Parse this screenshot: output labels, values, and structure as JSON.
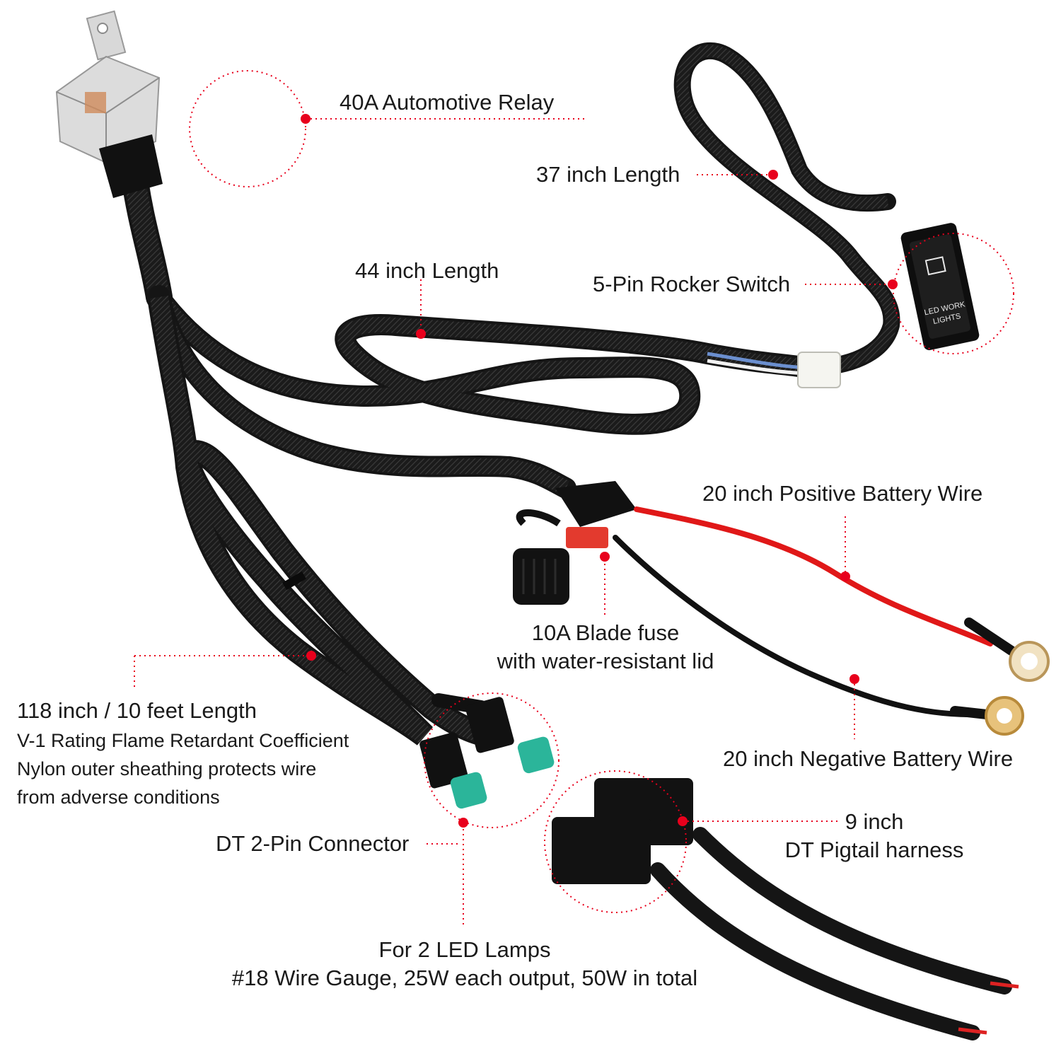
{
  "labels": {
    "relay": "40A Automotive Relay",
    "switch_length": "37 inch Length",
    "main_length": "44 inch Length",
    "rocker_switch": "5-Pin Rocker Switch",
    "positive_wire": "20 inch Positive Battery Wire",
    "fuse_line1": "10A Blade fuse",
    "fuse_line2": "with water-resistant lid",
    "harness_length": "118 inch / 10 feet Length",
    "harness_desc1": "V-1 Rating Flame Retardant Coefficient",
    "harness_desc2": "Nylon outer sheathing protects wire",
    "harness_desc3": "from adverse conditions",
    "negative_wire": "20 inch Negative Battery Wire",
    "pigtail_line1": "9 inch",
    "pigtail_line2": "DT Pigtail harness",
    "dt_connector": "DT 2-Pin Connector",
    "lamps_line1": "For 2 LED Lamps",
    "lamps_line2": "#18 Wire Gauge, 25W each output, 50W in total"
  },
  "switch_text": {
    "line1": "LED WORK",
    "line2": "LIGHTS"
  },
  "colors": {
    "callout": "#e8001c",
    "cable": "#151515",
    "positive": "#e01818",
    "connector_face": "#2bb59a"
  }
}
